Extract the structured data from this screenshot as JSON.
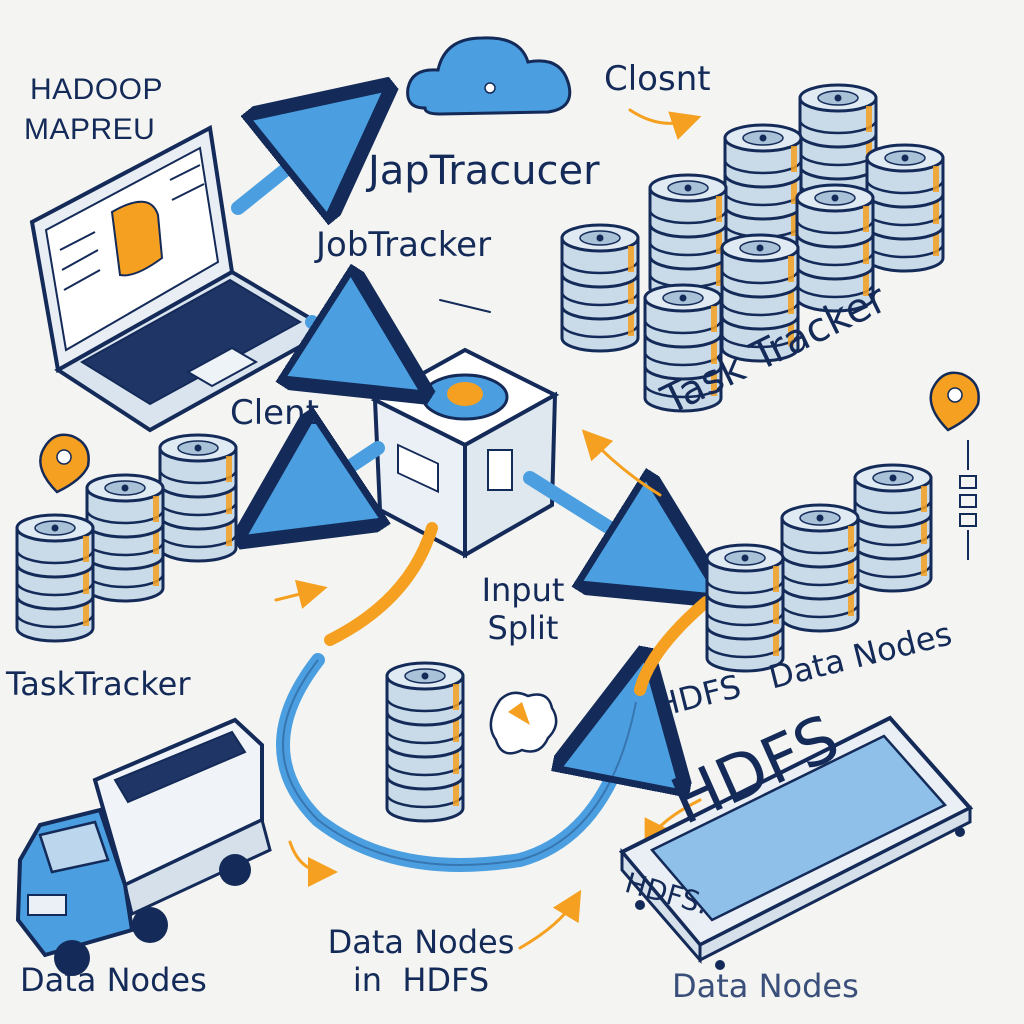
{
  "labels": {
    "title_line1": "HADOOP",
    "title_line2": "MAPREU",
    "cloud_label": "Closnt",
    "jap_tracucer": "JapTracucer",
    "jobtracker": "JobTracker",
    "clent": "Clent",
    "task_tracker_right": "Task Tracker",
    "tasktracker_left": "TaskTracker",
    "input_split_line1": "Input",
    "input_split_line2": "Split",
    "hdfs_data_nodes": "HDFS   Data Nodes",
    "hdfs_tray_main": "HDFS",
    "hdfs_tray_side": "HDFS.",
    "data_nodes_bottom_left": "Data Nodes",
    "data_nodes_in_hdfs_line1": "Data Nodes",
    "data_nodes_in_hdfs_line2": "in  HDFS",
    "data_nodes_bottom_right": "Data Nodes"
  },
  "colors": {
    "ink": "#142a58",
    "blue": "#4b9fe0",
    "cylinder": "#c9dae8",
    "orange": "#f5a020",
    "background": "#f4f5f2"
  }
}
